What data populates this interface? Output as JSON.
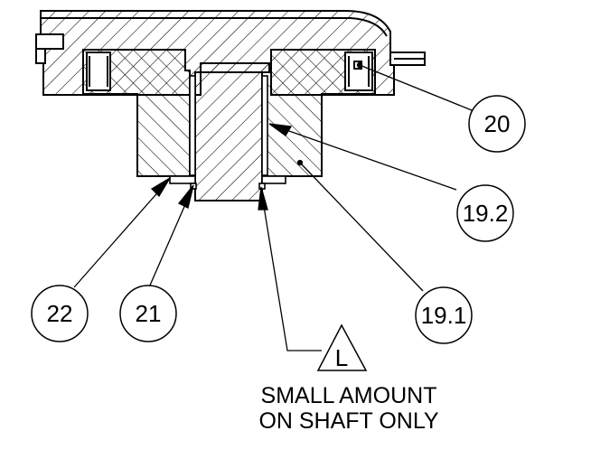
{
  "diagram": {
    "callouts": [
      {
        "id": "20",
        "label": "20"
      },
      {
        "id": "19.2",
        "label": "19.2"
      },
      {
        "id": "19.1",
        "label": "19.1"
      },
      {
        "id": "22",
        "label": "22"
      },
      {
        "id": "21",
        "label": "21"
      }
    ],
    "lubrication_symbol": "L",
    "note": {
      "line1": "SMALL AMOUNT",
      "line2": "ON SHAFT ONLY"
    },
    "colors": {
      "line": "#000000",
      "background": "#ffffff"
    }
  }
}
